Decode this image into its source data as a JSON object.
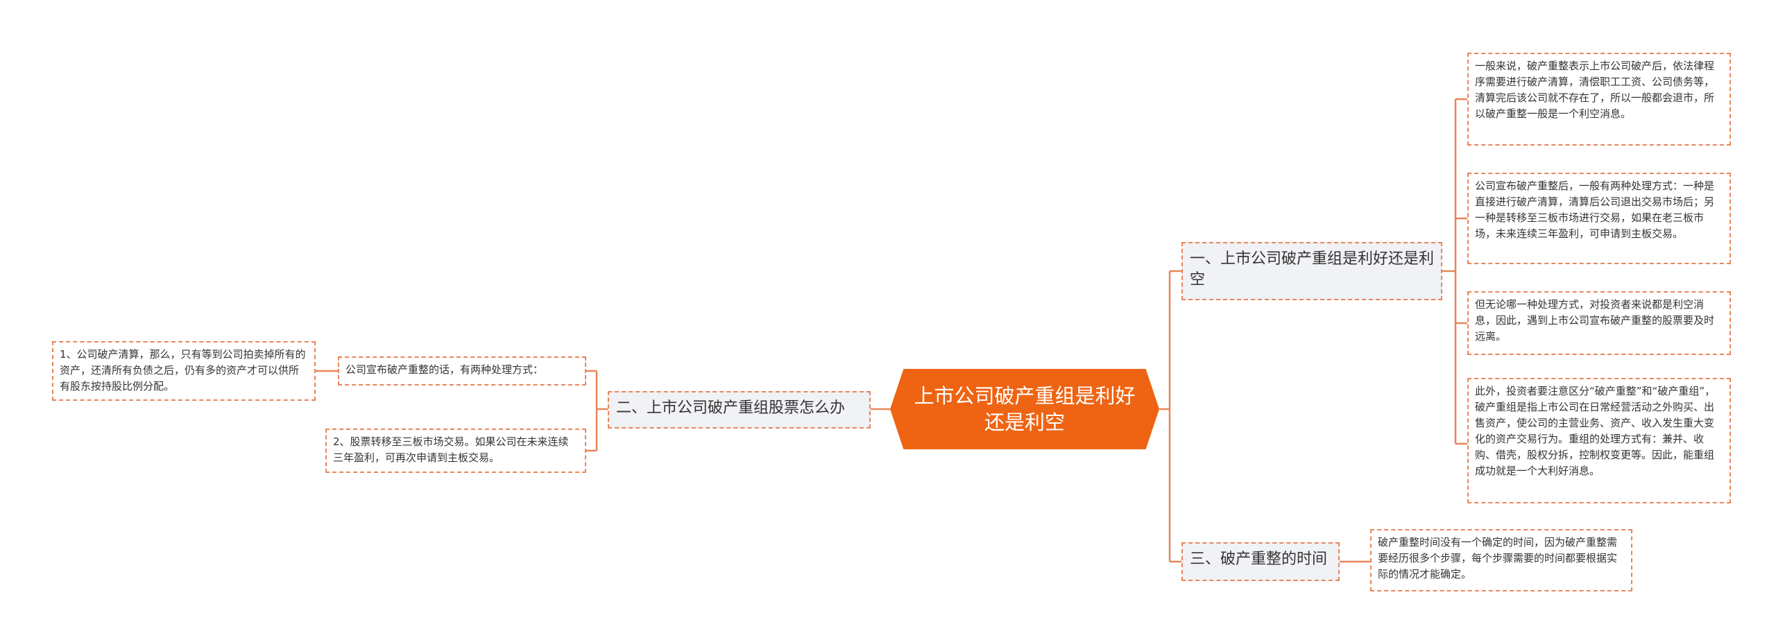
{
  "center": {
    "title": "上市公司破产重组是利好还是利空"
  },
  "branches": [
    {
      "label": "一、上市公司破产重组是利好还是利空",
      "children": [
        "一般来说，破产重整表示上市公司破产后，依法律程序需要进行破产清算，清偿职工工资、公司债务等，清算完后该公司就不存在了，所以一般都会退市，所以破产重整一般是一个利空消息。",
        "公司宣布破产重整后，一般有两种处理方式：一种是直接进行破产清算，清算后公司退出交易市场后；另一种是转移至三板市场进行交易，如果在老三板市场，未来连续三年盈利，可申请到主板交易。",
        "但无论哪一种处理方式，对投资者来说都是利空消息，因此，遇到上市公司宣布破产重整的股票要及时远离。",
        "此外，投资者要注意区分“破产重整”和“破产重组”，破产重组是指上市公司在日常经营活动之外购买、出售资产，使公司的主营业务、资产、收入发生重大变化的资产交易行为。重组的处理方式有：兼并、收购、借壳，股权分拆，控制权变更等。因此，能重组成功就是一个大利好消息。"
      ]
    },
    {
      "label": "二、上市公司破产重组股票怎么办",
      "children": [
        {
          "label": "公司宣布破产重整的话，有两种处理方式：",
          "children": [
            "1、公司破产清算，那么，只有等到公司拍卖掉所有的资产，还清所有负债之后，仍有多的资产才可以供所有股东按持股比例分配。"
          ]
        },
        "2、股票转移至三板市场交易。如果公司在未来连续三年盈利，可再次申请到主板交易。"
      ]
    },
    {
      "label": "三、破产重整的时间",
      "children": [
        "破产重整时间没有一个确定的时间，因为破产重整需要经历很多个步骤，每个步骤需要的时间都要根据实际的情况才能确定。"
      ]
    }
  ],
  "colors": {
    "accent": "#ef6412",
    "line": "#e8855a",
    "branch_bg": "#f0f2f5",
    "text": "#333333"
  }
}
